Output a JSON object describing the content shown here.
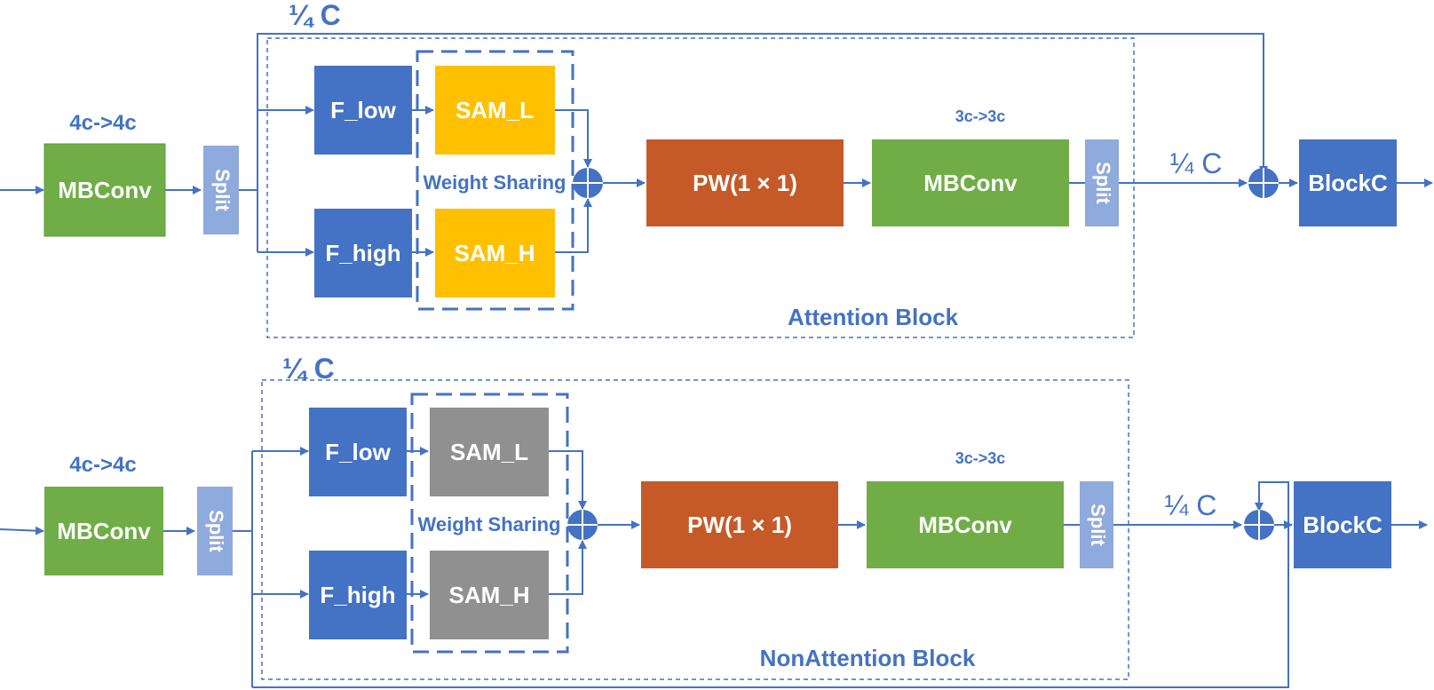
{
  "colors": {
    "blue_box": "#4472c4",
    "green_box": "#70ad47",
    "yellow_box": "#ffc000",
    "gray_box": "#909090",
    "orange_box": "#c55a28",
    "split_box": "#8faadc",
    "line": "#4472c4"
  },
  "top": {
    "quarter_top": "¼ C",
    "dim_in": "4c->4c",
    "mbconv_in": "MBConv",
    "split_in": "Split",
    "f_low": "F_low",
    "f_high": "F_high",
    "sam_l": "SAM_L",
    "sam_h": "SAM_H",
    "weight_sharing": "Weight Sharing",
    "pw": "PW(1 × 1)",
    "dim_mid": "3c->3c",
    "mbconv_mid": "MBConv",
    "split_out": "Split",
    "quarter_right": "¼ C",
    "blockc": "BlockC",
    "block_title": "Attention Block"
  },
  "bottom": {
    "quarter_top": "¼ C",
    "dim_in": "4c->4c",
    "mbconv_in": "MBConv",
    "split_in": "Split",
    "f_low": "F_low",
    "f_high": "F_high",
    "sam_l": "SAM_L",
    "sam_h": "SAM_H",
    "weight_sharing": "Weight Sharing",
    "pw": "PW(1 × 1)",
    "dim_mid": "3c->3c",
    "mbconv_mid": "MBConv",
    "split_out": "Split",
    "quarter_right": "¼ C",
    "blockc": "BlockC",
    "block_title": "NonAttention Block"
  }
}
